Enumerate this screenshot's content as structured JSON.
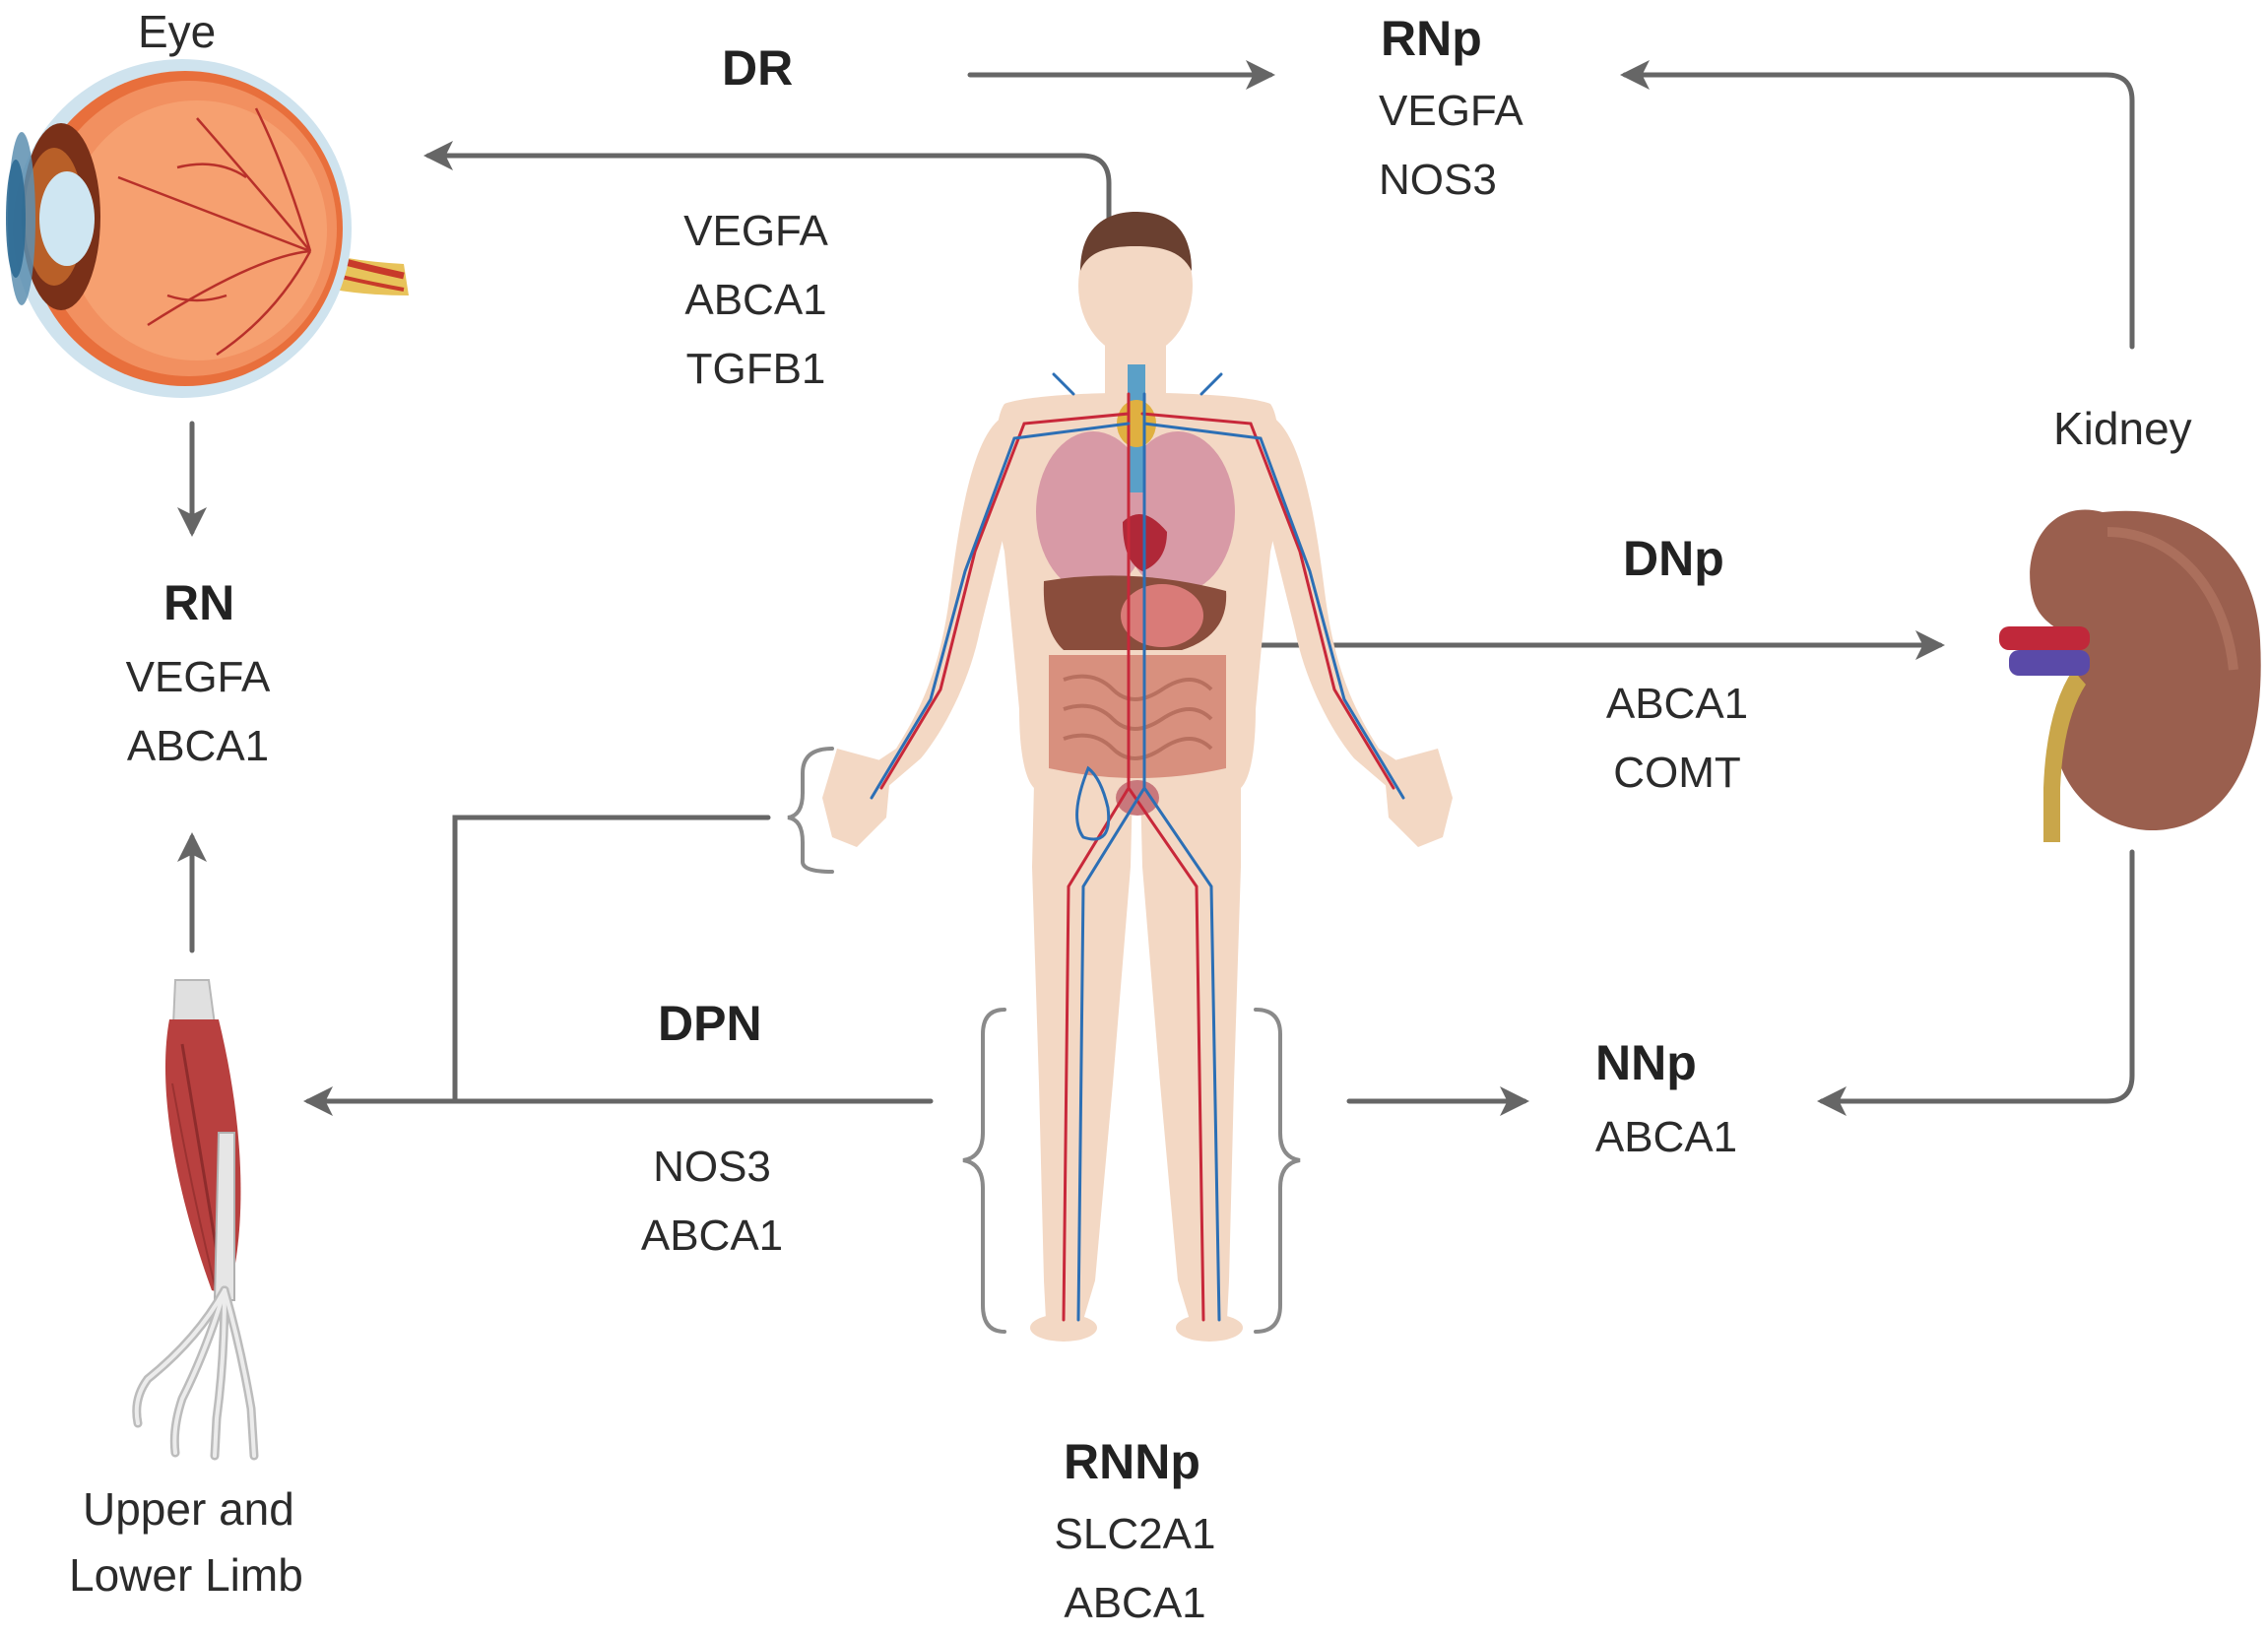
{
  "organs": {
    "eye": "Eye",
    "kidney": "Kidney",
    "limb_line1": "Upper and",
    "limb_line2": "Lower Limb"
  },
  "groups": {
    "DR": {
      "title": "DR",
      "genes": [
        "VEGFA",
        "ABCA1",
        "TGFB1"
      ]
    },
    "RNp": {
      "title": "RNp",
      "genes": [
        "VEGFA",
        "NOS3"
      ]
    },
    "RN": {
      "title": "RN",
      "genes": [
        "VEGFA",
        "ABCA1"
      ]
    },
    "DNp": {
      "title": "DNp",
      "genes": [
        "ABCA1",
        "COMT"
      ]
    },
    "DPN": {
      "title": "DPN",
      "genes": [
        "NOS3",
        "ABCA1"
      ]
    },
    "NNp": {
      "title": "NNp",
      "genes": [
        "ABCA1"
      ]
    },
    "RNNp": {
      "title": "RNNp",
      "genes": [
        "SLC2A1",
        "ABCA1"
      ]
    }
  },
  "colors": {
    "arrow": "#666666",
    "skin": "#f3d8c4",
    "artery": "#c8283a",
    "vein": "#2c6fb5",
    "kidney": "#9a5f4e",
    "eye_sclera": "#f08050",
    "muscle": "#b8403f"
  },
  "icons": [
    "eye-illustration",
    "kidney-illustration",
    "human-body-illustration",
    "limb-muscle-illustration"
  ]
}
